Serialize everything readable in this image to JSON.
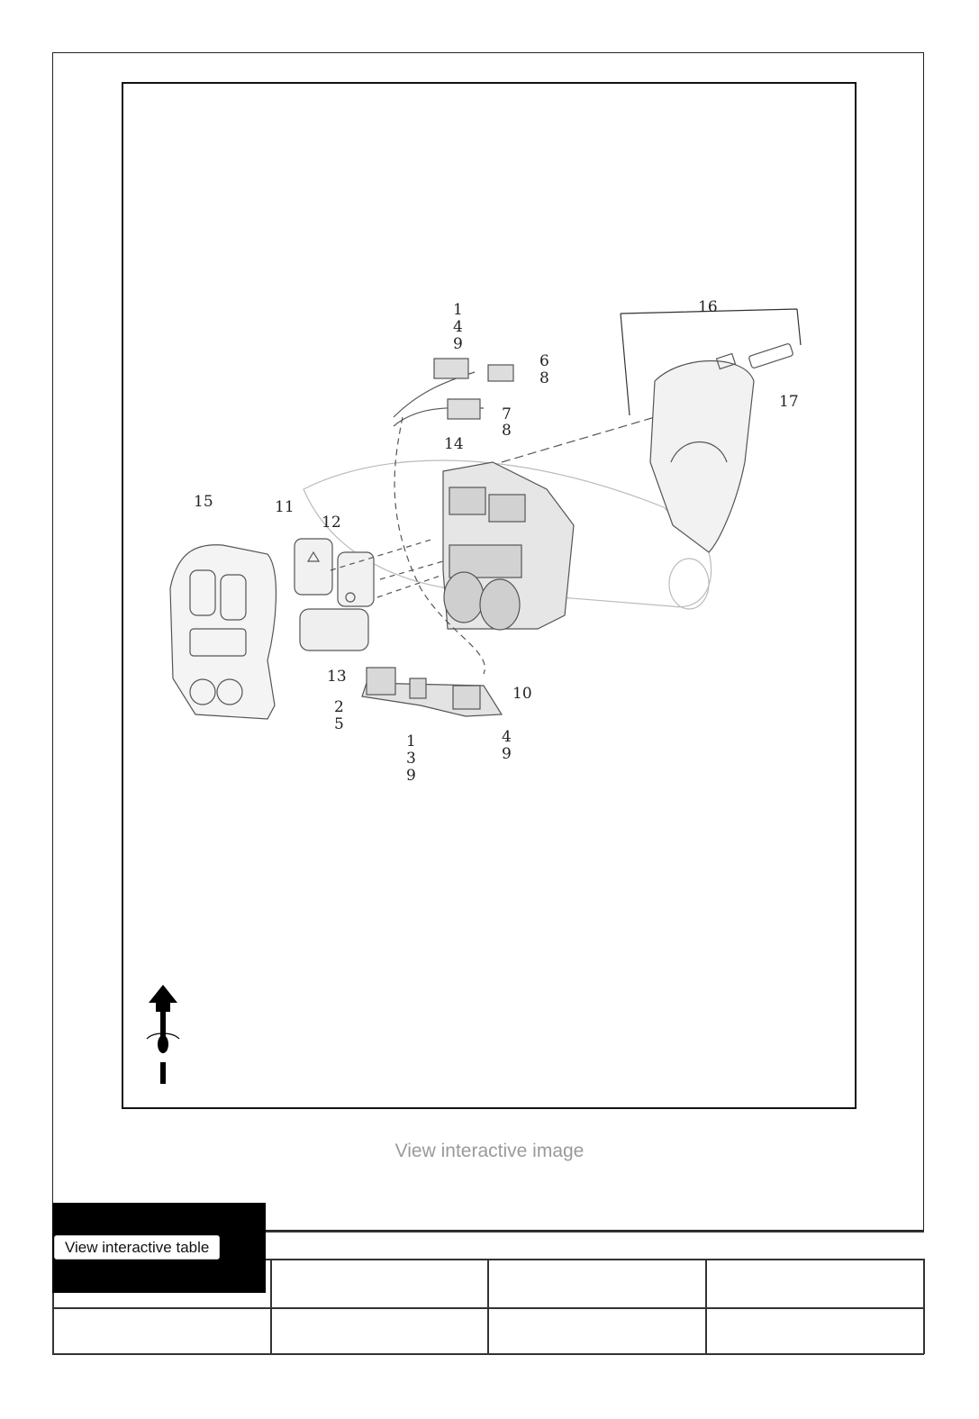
{
  "figure": {
    "callouts": [
      "1",
      "4",
      "9",
      "6",
      "8",
      "7",
      "8",
      "16",
      "17",
      "14",
      "15",
      "11",
      "12",
      "13",
      "10",
      "2",
      "5",
      "1",
      "3",
      "9",
      "4",
      "9"
    ]
  },
  "links": {
    "view_image": "View interactive image",
    "view_table": "View interactive table"
  },
  "icons": {
    "orientation": "motorcycle-forward-arrow-icon"
  }
}
